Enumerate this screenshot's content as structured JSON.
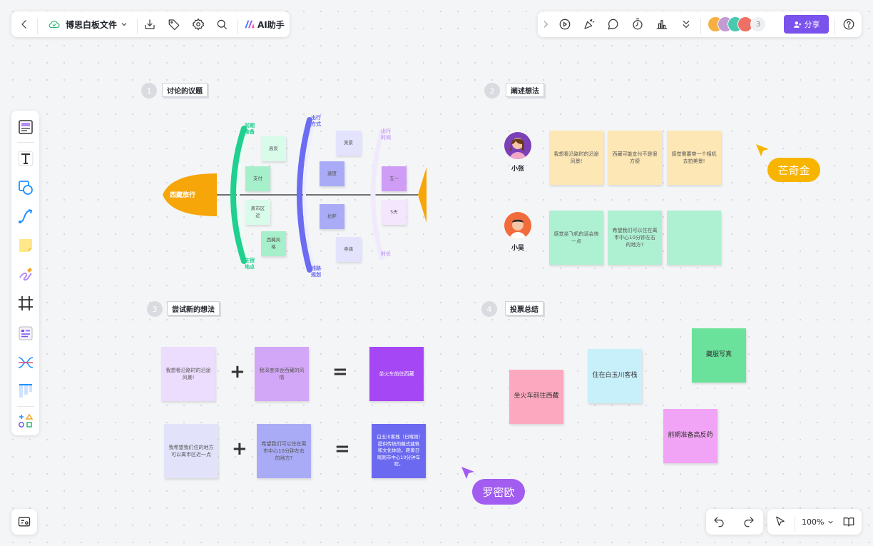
{
  "toolbar": {
    "file_title": "博思白板文件",
    "ai_label": "AI助手"
  },
  "right_toolbar": {
    "collab_count": "3",
    "share_label": "分享"
  },
  "zoom": {
    "level": "100%"
  },
  "sections": {
    "s1": {
      "num": "1",
      "title": "讨论的议题"
    },
    "s2": {
      "num": "2",
      "title": "阐述想法"
    },
    "s3": {
      "num": "3",
      "title": "尝试新的想法"
    },
    "s4": {
      "num": "4",
      "title": "投票总结"
    }
  },
  "fishbone": {
    "head": "西藏旅行",
    "g1_top": "前期\n准备",
    "g1_bottom": "住宿\n地点",
    "g2_top": "出行\n方式",
    "g2_bottom": "线路\n规划",
    "g3_top": "出行\n时间",
    "g3_bottom": "时长",
    "notes": {
      "n1": "高反",
      "n2": "支付",
      "n3": "离市区近",
      "n4": "西藏风格",
      "n5": "美景",
      "n6": "速度",
      "n7": "拉萨",
      "n8": "寺庙",
      "n9": "五一",
      "n10": "5天"
    }
  },
  "ideas": {
    "p1_name": "小张",
    "p2_name": "小吴",
    "z1": "我想看沿路时的沿途风景!",
    "z2": "西藏可能支付不是很方便",
    "z3": "感觉需要带一个相机去拍美景!",
    "w1": "感觉坐飞机的话会快一点",
    "w2": "希望我们可以住在离市中心10分钟左右的地方?",
    "w3": ""
  },
  "newideas": {
    "a1": "我想看沿路时的沿途风景!",
    "a2": "我深度体会西藏的风情",
    "a3": "坐火车前往西藏",
    "b1": "我希望我们住的地方可以离市区近一点",
    "b2": "希望我们可以住在离市中心10分钟左右的地方?",
    "b3": "白玉川客栈（日喀则）提供传统的藏式建筑和文化体验，距离日喀则市中心10分钟车程。",
    "plus": "+",
    "eq": "="
  },
  "votes": {
    "v1": "坐火车前往西藏",
    "v2": "住在白玉川客栈",
    "v3": "藏服写真",
    "v4": "前期准备高反药"
  },
  "cursors": {
    "c1": "芒奇金",
    "c2": "罗密欧"
  },
  "colors": {
    "accent": "#7a52ec",
    "cursor1": "#f7b500",
    "cursor2": "#a25cf0",
    "fish_head": "#f6a609",
    "bone_green": "#1fd08e",
    "bone_blue": "#6b6cf2"
  }
}
